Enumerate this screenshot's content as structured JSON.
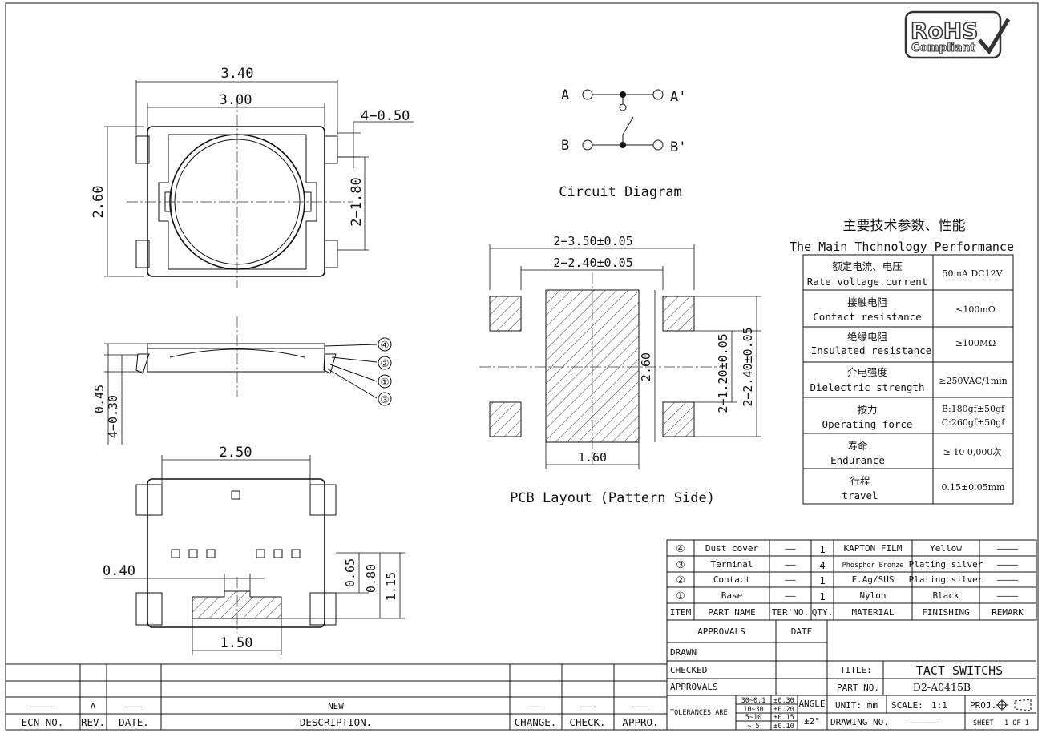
{
  "rohs": {
    "line1": "RoHS",
    "line2": "Compliant"
  },
  "top_view": {
    "w_outer": "3.40",
    "w_inner": "3.00",
    "lead_w": "4−0.50",
    "height": "2.60",
    "lead_pitch": "2−1.80"
  },
  "side_view": {
    "h_total": "0.45",
    "h_lead": "4−0.30",
    "callouts": [
      "④",
      "②",
      "①",
      "③"
    ]
  },
  "bottom_view": {
    "w": "2.50",
    "gap": "0.40",
    "pad_w": "1.50",
    "h1": "0.65",
    "h2": "0.80",
    "h3": "1.15"
  },
  "circuit": {
    "a": "A",
    "a2": "A'",
    "b": "B",
    "b2": "B'",
    "caption": "Circuit Diagram"
  },
  "pcb": {
    "outer": "2−3.50±0.05",
    "inner": "2−2.40±0.05",
    "height": "2.60",
    "width": "1.60",
    "pitch_v1": "2−1.20±0.05",
    "pitch_v2": "2−2.40±0.05",
    "caption": "PCB Layout (Pattern Side)"
  },
  "spec": {
    "title_cn": "主要技术参数、性能",
    "title_en": "The Main Thchnology Performance",
    "rows": [
      {
        "cn": "额定电流、电压",
        "en": "Rate voltage.current",
        "val": "50mA DC12V"
      },
      {
        "cn": "接触电阻",
        "en": "Contact resistance",
        "val": "≤100mΩ"
      },
      {
        "cn": "绝缘电阻",
        "en": "Insulated resistance",
        "val": "≥100MΩ"
      },
      {
        "cn": "介电强度",
        "en": "Dielectric strength",
        "val": "≥250VAC/1min"
      },
      {
        "cn": "按力",
        "en": "Operating force",
        "val": "B:180gf±50gf",
        "val2": "C:260gf±50gf"
      },
      {
        "cn": "寿命",
        "en": "Endurance",
        "val": "≥ 10 0,000次"
      },
      {
        "cn": "行程",
        "en": "travel",
        "val": "0.15±0.05mm"
      }
    ]
  },
  "bom": {
    "rows": [
      {
        "item": "④",
        "name": "Dust cover",
        "ter": "——",
        "qty": "1",
        "material": "KAPTON FILM",
        "finish": "Yellow",
        "remark": "————"
      },
      {
        "item": "③",
        "name": "Terminal",
        "ter": "——",
        "qty": "4",
        "material": "Phosphor Bronze",
        "finish": "Plating silver",
        "remark": "————"
      },
      {
        "item": "②",
        "name": "Contact",
        "ter": "——",
        "qty": "1",
        "material": "F.Ag/SUS",
        "finish": "Plating silver",
        "remark": "————"
      },
      {
        "item": "①",
        "name": "Base",
        "ter": "——",
        "qty": "1",
        "material": "Nylon",
        "finish": "Black",
        "remark": "————"
      }
    ],
    "header": {
      "item": "ITEM",
      "name": "PART NAME",
      "ter": "TER'NO.",
      "qty": "QTY.",
      "material": "MATERIAL",
      "finish": "FINISHING",
      "remark": "REMARK"
    }
  },
  "title_block": {
    "approvals_h": "APPROVALS",
    "date_h": "DATE",
    "drawn": "DRAWN",
    "checked": "CHECKED",
    "approvals": "APPROVALS",
    "title_l": "TITLE:",
    "title_v": "TACT SWITCHS",
    "part_l": "PART NO.",
    "part_v": "D2-A0415B",
    "tol_l": "TOLERANCES ARE",
    "tol_ranges": [
      "30~0.1",
      "10~30",
      "5~10",
      "~ 5"
    ],
    "tol_vals": [
      "±0.30",
      "±0.20",
      "±0.15",
      "±0.10"
    ],
    "angle_l": "ANGLE",
    "angle_v": "±2°",
    "unit": "UNIT: mm",
    "scale_l": "SCALE:",
    "scale_v": "1:1",
    "proj": "PROJ.",
    "drawing_no": "DRAWING NO.",
    "drawing_no_v": "——————",
    "sheet": "SHEET",
    "sheet_v": "1 OF 1"
  },
  "revision": {
    "h_ecn": "ECN NO.",
    "h_rev": "REV.",
    "h_date": "DATE.",
    "h_desc": "DESCRIPTION.",
    "h_change": "CHANGE.",
    "h_check": "CHECK.",
    "h_appro": "APPRO.",
    "row_ecn": "—————",
    "row_rev": "A",
    "row_date": "———",
    "row_desc": "NEW",
    "row_change": "———",
    "row_check": "———",
    "row_appro": "———"
  }
}
